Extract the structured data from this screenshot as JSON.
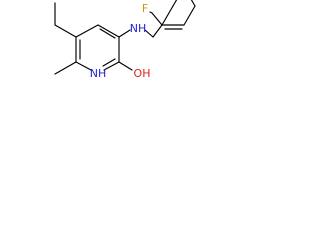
{
  "atoms": {
    "nh_amine": {
      "text": "NH",
      "color": "#1f1fdc"
    },
    "nh_ring": {
      "text": "NH",
      "color": "#1f1fdc"
    },
    "hydroxyl": {
      "text": "OH",
      "color": "#dc1f1f"
    },
    "fluorine": {
      "text": "F",
      "color": "#c8960a"
    }
  },
  "colors": {
    "bond": "#000000",
    "background": "#ffffff"
  }
}
